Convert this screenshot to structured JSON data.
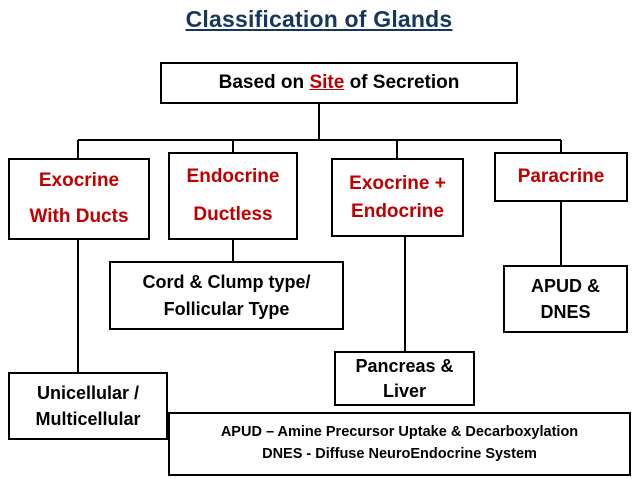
{
  "title": "Classification of Glands",
  "colors": {
    "title": "#17365D",
    "red": "#C00000",
    "black": "#000000",
    "border": "#000000",
    "background": "#FFFFFF"
  },
  "root": {
    "prefix": "Based on ",
    "highlight": "Site",
    "suffix": " of Secretion"
  },
  "nodes": {
    "exocrine": {
      "line1": "Exocrine",
      "line2": "With Ducts"
    },
    "endocrine": {
      "line1": "Endocrine",
      "line2": "Ductless"
    },
    "exo_endo": {
      "line1": "Exocrine +",
      "line2": "Endocrine"
    },
    "paracrine": {
      "line1": "Paracrine"
    },
    "cord_clump": {
      "line1": "Cord & Clump type/",
      "line2": "Follicular Type"
    },
    "apud_dnes": {
      "line1": "APUD &",
      "line2": "DNES"
    },
    "pancreas_liver": {
      "line1": "Pancreas &",
      "line2": "Liver"
    },
    "unicellular": {
      "line1": "Unicellular /",
      "line2": "Multicellular"
    }
  },
  "legend": {
    "line1_abbr": "APUD",
    "line1_dash": " – ",
    "line1_a": "A",
    "line1_amine": "mine ",
    "line1_p": "P",
    "line1_precursor": "recursor ",
    "line1_u": "U",
    "line1_uptake": "ptake & ",
    "line1_d": "D",
    "line1_decarb": "ecarboxylation",
    "line2_abbr": "DNES",
    "line2_dash": " - ",
    "line2_d": "D",
    "line2_iffuse": "iffuse ",
    "line2_n": "N",
    "line2_euro": "euro",
    "line2_e": "E",
    "line2_ndocrine": "ndocrine ",
    "line2_s": "S",
    "line2_ystem": "ystem"
  }
}
